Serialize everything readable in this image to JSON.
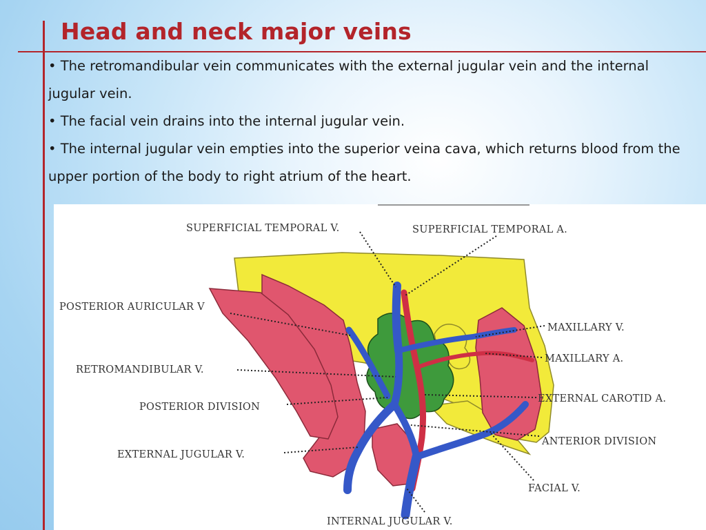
{
  "slide": {
    "title": "Head and neck major veins",
    "bullets": [
      "• The retromandibular vein communicates with the external jugular vein and the internal jugular vein.",
      "• The facial vein drains into the internal jugular vein.",
      "• The internal jugular vein empties into the superior veina cava, which returns blood from the upper portion of the body to right atrium of the heart."
    ]
  },
  "diagram": {
    "labels": {
      "superficial_temporal_v": "SUPERFICIAL TEMPORAL V.",
      "superficial_temporal_a": "SUPERFICIAL TEMPORAL A.",
      "posterior_auricular_v": "POSTERIOR AURICULAR V",
      "maxillary_v": "MAXILLARY V.",
      "maxillary_a": "MAXILLARY A.",
      "retromandibular_v": "RETROMANDIBULAR V.",
      "external_carotid_a": "EXTERNAL CAROTID A.",
      "posterior_division": "POSTERIOR DIVISION",
      "anterior_division": "ANTERIOR DIVISION",
      "external_jugular_v": "EXTERNAL JUGULAR V.",
      "facial_v": "FACIAL V.",
      "internal_jugular_v": "INTERNAL JUGULAR V."
    },
    "colors": {
      "bone": "#f2ea3a",
      "muscle": "#e0566e",
      "gland": "#3e9a3c",
      "vein": "#3558c8",
      "artery": "#cf2f45"
    }
  }
}
